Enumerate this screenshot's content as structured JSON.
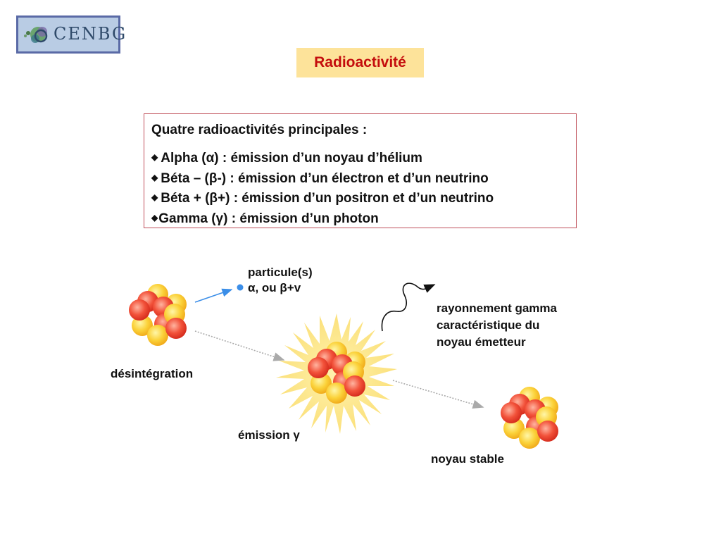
{
  "logo": {
    "text": "CENBG",
    "icon": "molecule-icon"
  },
  "title": "Radioactivité",
  "info_box": {
    "heading": "Quatre radioactivités principales :",
    "items": [
      {
        "bullet": "◆",
        "text": "Alpha (α) : émission d’un noyau d’hélium"
      },
      {
        "bullet": "◆",
        "text": "Béta – (β-) : émission d’un électron et d’un neutrino"
      },
      {
        "bullet": "◆",
        "text": "Béta + (β+) : émission d’un positron et d’un neutrino"
      },
      {
        "bullet": "◆",
        "text": "Gamma (γ) : émission d’un photon"
      }
    ]
  },
  "diagram": {
    "particle_label_line1": "particule(s)",
    "particle_label_line2": "α, ou  β+v",
    "gamma_label_line1": "rayonnement gamma",
    "gamma_label_line2": "caractéristique du",
    "gamma_label_line3": "noyau émetteur",
    "disintegration_label": "désintégration",
    "emission_label": "émission γ",
    "stable_label": "noyau stable",
    "colors": {
      "proton": "#e8392a",
      "neutron": "#f7c21e",
      "particle": "#3b8ee8",
      "arrow_dotted": "#aaaaaa",
      "burst": "#fbe27a"
    }
  }
}
